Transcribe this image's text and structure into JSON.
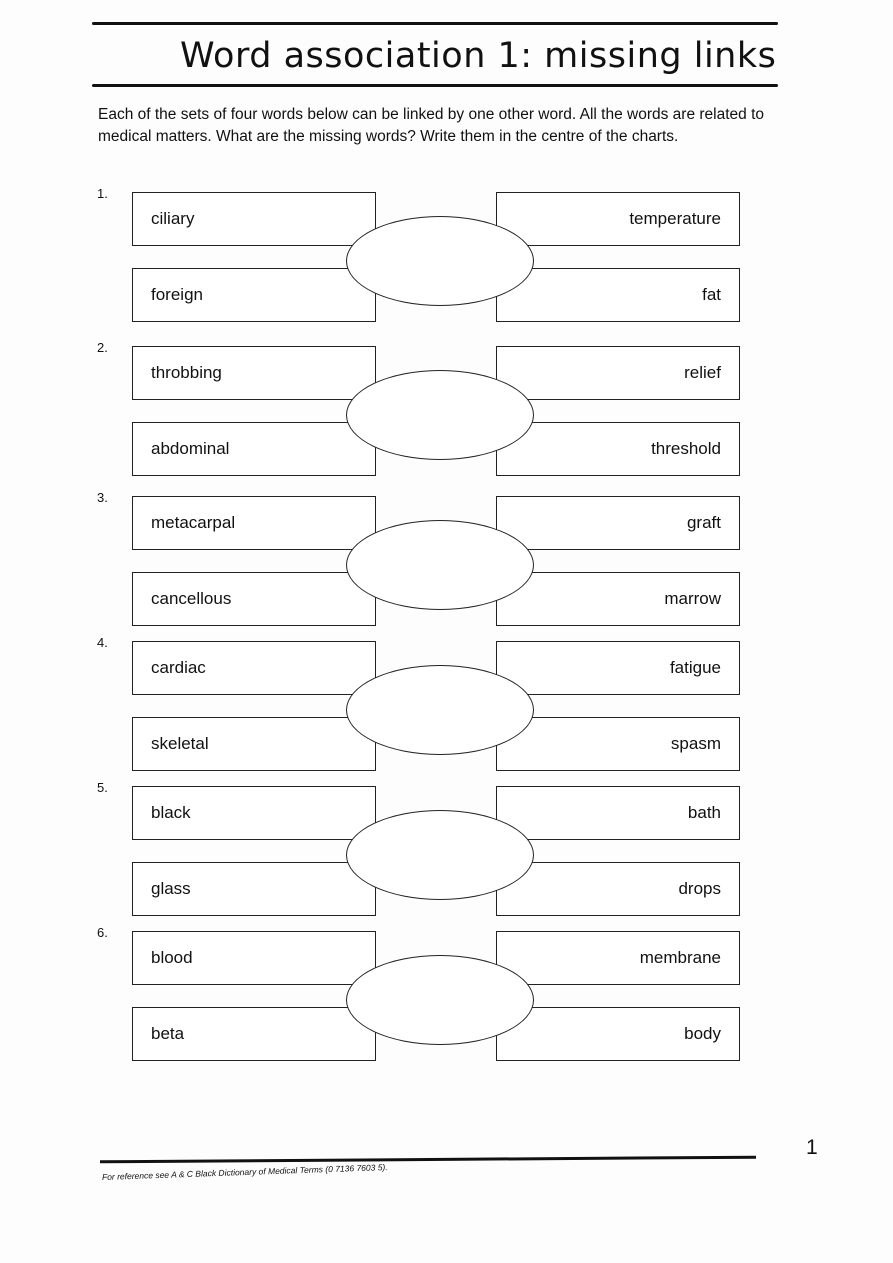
{
  "header": {
    "title": "Word association 1: missing links"
  },
  "intro": "Each of the sets of four words below can be linked by one other word. All the words are related to medical matters. What are the missing words? Write them in the centre of the charts.",
  "items": [
    {
      "number": "1.",
      "left_top": "ciliary",
      "left_bottom": "foreign",
      "right_top": "temperature",
      "right_bottom": "fat",
      "answer": ""
    },
    {
      "number": "2.",
      "left_top": "throbbing",
      "left_bottom": "abdominal",
      "right_top": "relief",
      "right_bottom": "threshold",
      "answer": ""
    },
    {
      "number": "3.",
      "left_top": "metacarpal",
      "left_bottom": "cancellous",
      "right_top": "graft",
      "right_bottom": "marrow",
      "answer": ""
    },
    {
      "number": "4.",
      "left_top": "cardiac",
      "left_bottom": "skeletal",
      "right_top": "fatigue",
      "right_bottom": "spasm",
      "answer": ""
    },
    {
      "number": "5.",
      "left_top": "black",
      "left_bottom": "glass",
      "right_top": "bath",
      "right_bottom": "drops",
      "answer": ""
    },
    {
      "number": "6.",
      "left_top": "blood",
      "left_bottom": "beta",
      "right_top": "membrane",
      "right_bottom": "body",
      "answer": ""
    }
  ],
  "footer": {
    "reference": "For reference see A & C Black Dictionary of Medical Terms (0 7136 7603 5).",
    "page_number": "1"
  }
}
